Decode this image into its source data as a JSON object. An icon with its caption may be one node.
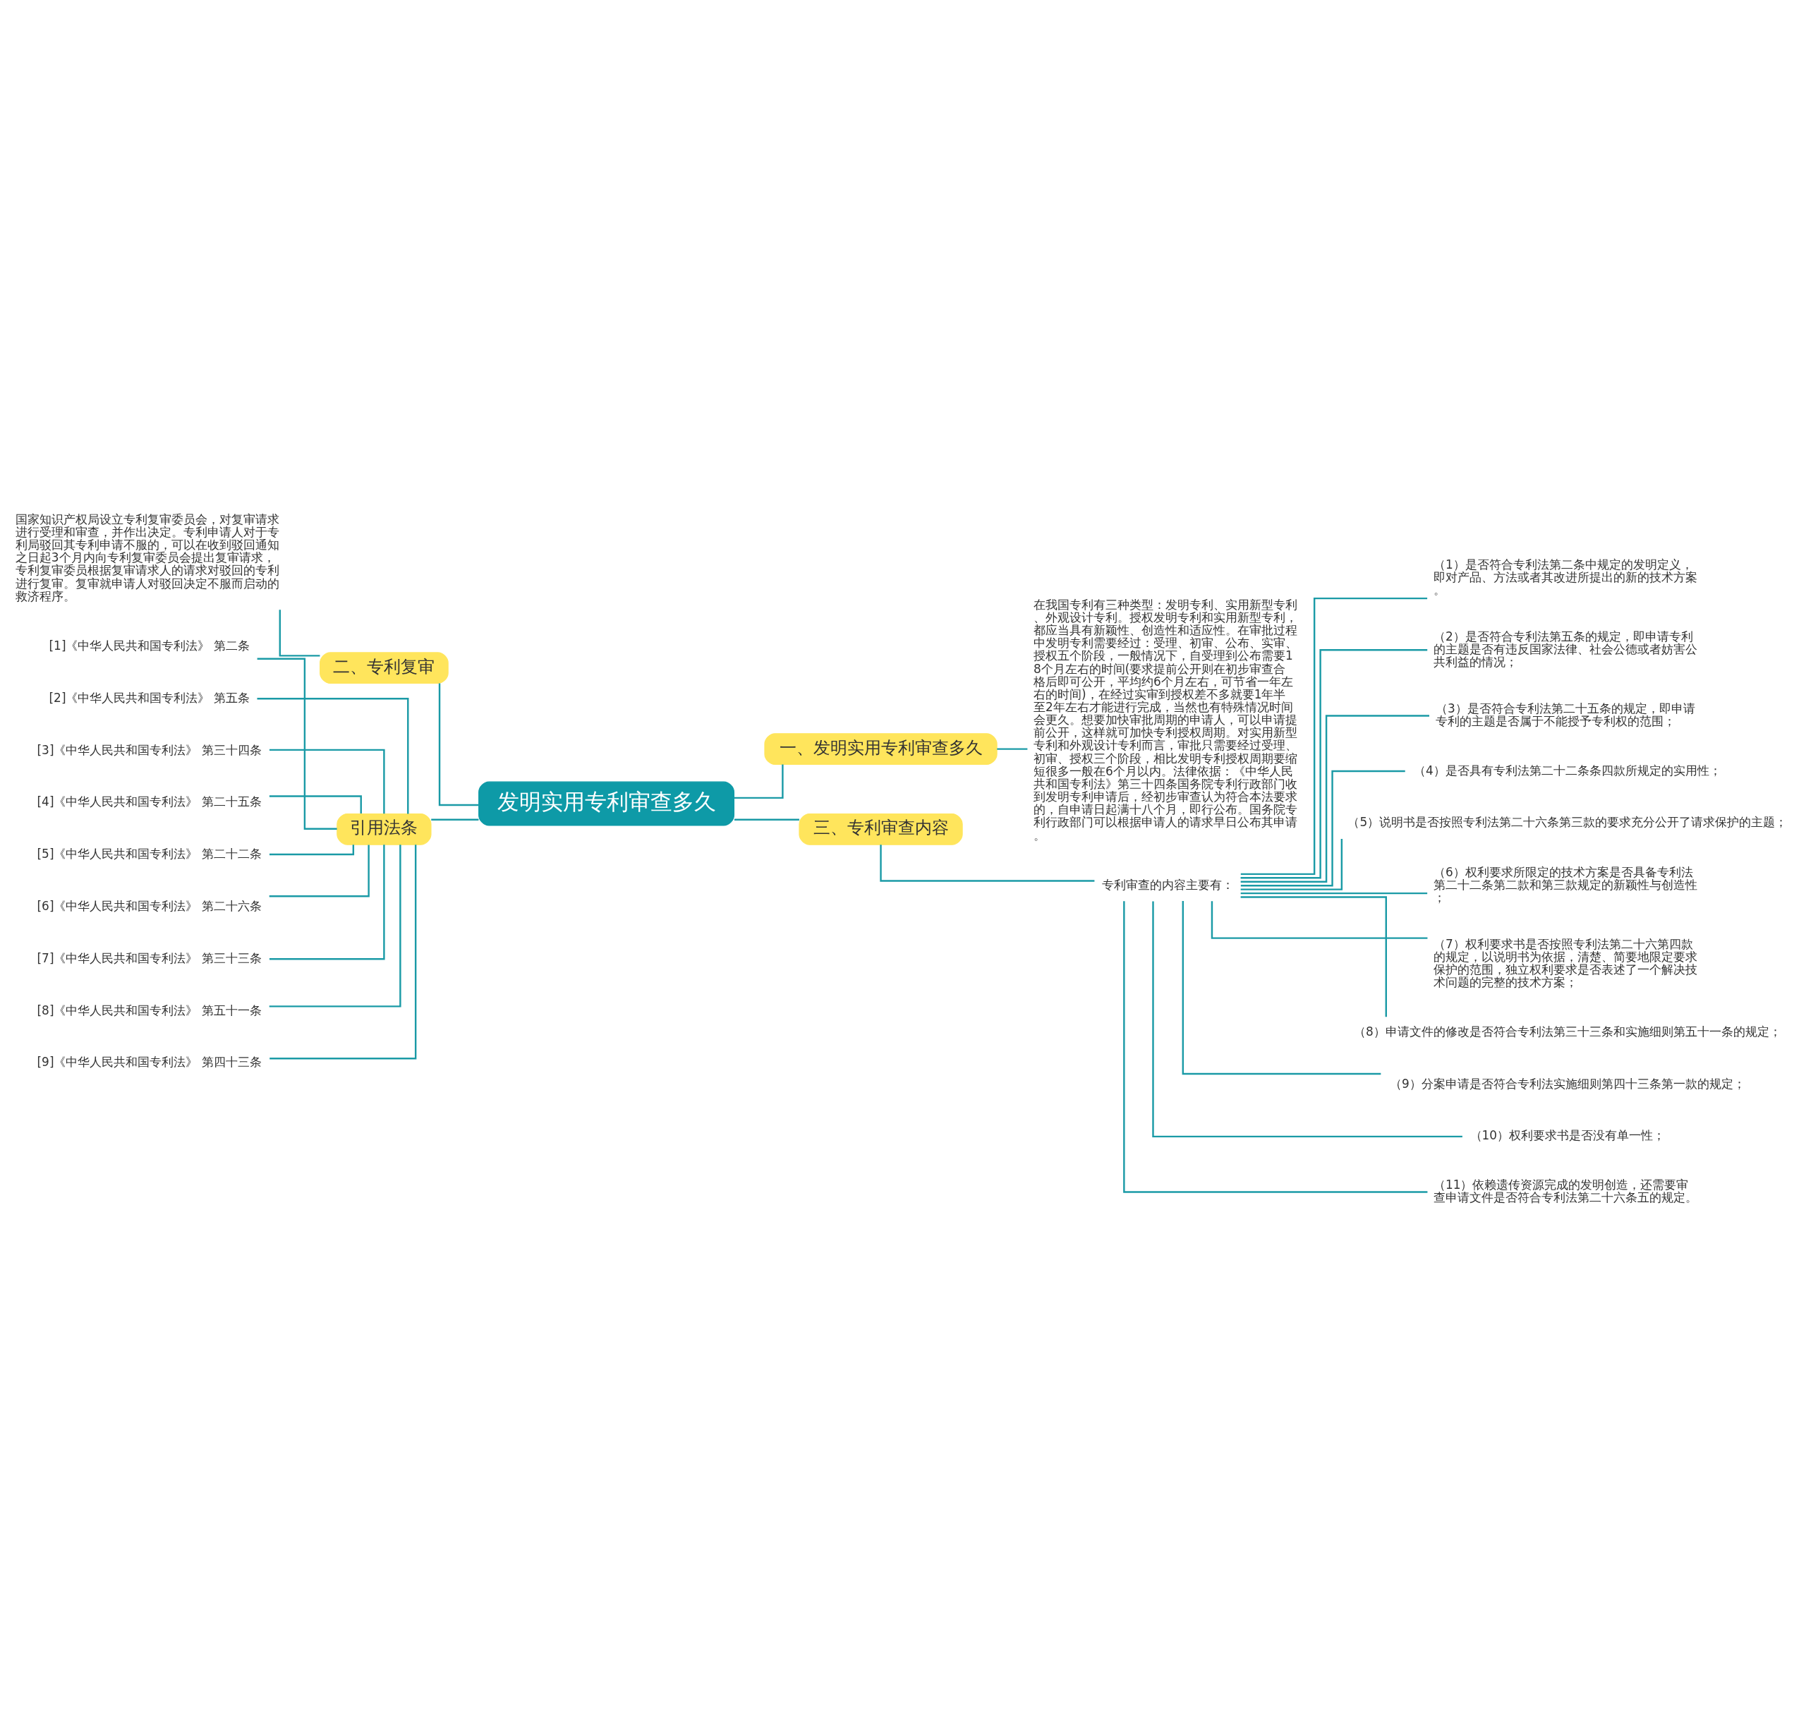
{
  "diagram": {
    "nodes": [
      {
        "text": [
          "发明实用专利审查多久"
        ]
      },
      {
        "text": [
          "一、发明实用专利审查多久"
        ]
      },
      {
        "text": [
          "在我国专利有三种类型：发明专利、实用新型专利、外观设计专利。授权发明专利和实用新型专利，都应当具有新颖性、创造性和适应性。在审批过程中发明专利需要经过：受理、初审、公布、实审、授权五个阶段，一般情况下，自受理到公布需要18个月左右的时间(要求提前公开则在初步审查合格后即可公开，平均约6个月左右，可节省一年左右的时间)，在经过实审到授权差不多就要1年半至2年左右才能进行完成，当然也有特殊情况时间会更久。想要加快审批周期的申请人，可以申请提前公开，这样就可加快专利授权周期。对实用新型专利和外观设计专利而言，审批只需要经过受理、初审、授权三个阶段，相比发明专利授权周期要缩短很多一般在6个月以内。法律依据：《中华人民共和国专利法》第三十四条国务院专利行政部门收到发明专利申请后，经初步审查认为符合本法要求的，自申请日起满十八个月，即行公布。国务院专利行政部门可以根据申请人的请求早日公布其申请。"
        ]
      },
      {
        "text": [
          "三、专利审查内容"
        ]
      },
      {
        "text": [
          "专利审查的内容主要有："
        ]
      },
      {
        "text": [
          "（1）是否符合专利法第二条中规定的发明定义，即对产品、方法或者其改进所提出的新的技术方案。"
        ]
      },
      {
        "text": [
          "（2）是否符合专利法第五条的规定，即申请专利的主题是否有违反国家法律、社会公德或者妨害公共利益的情况；"
        ]
      },
      {
        "text": [
          "（3）是否符合专利法第二十五条的规定，即申请专利的主题是否属于不能授予专利权的范围；"
        ]
      },
      {
        "text": [
          "（4）是否具有专利法第二十二条条四款所规定的实用性；"
        ]
      },
      {
        "text": [
          "（5）说明书是否按照专利法第二十六条第三款的要求充分公开了请求保护的主题；"
        ]
      },
      {
        "text": [
          "（6）权利要求所限定的技术方案是否具备专利法第二十二条第二款和第三款规定的新颖性与创造性；"
        ]
      },
      {
        "text": [
          "（7）权利要求书是否按照专利法第二十六第四款的规定，以说明书为依据，清楚、简要地限定要求保护的范围，独立权利要求是否表述了一个解决技术问题的完整的技术方案；"
        ]
      },
      {
        "text": [
          "（8）申请文件的修改是否符合专利法第三十三条和实施细则第五十一条的规定；"
        ]
      },
      {
        "text": [
          "（9）分案申请是否符合专利法实施细则第四十三条第一款的规定；"
        ]
      },
      {
        "text": [
          "（10）权利要求书是否没有单一性；"
        ]
      },
      {
        "text": [
          "（11）依赖遗传资源完成的发明创造，还需要审查申请文件是否符合专利法第二十六条五的规定。"
        ]
      },
      {
        "text": [
          "二、专利复审"
        ]
      },
      {
        "text": [
          "国家知识产权局设立专利复审委员会，对复审请求进行受理和审查，并作出决定。专利申请人对于专利局驳回其专利申请不服的，可以在收到驳回通知之日起3个月内向专利复审委员会提出复审请求，专利复审委员根据复审请求人的请求对驳回的专利进行复审。复审就申请人对驳回决定不服而启动的救济程序。"
        ]
      },
      {
        "text": [
          "引用法条"
        ]
      },
      {
        "text": [
          "[1]《中华人民共和国专利法》 第二条"
        ]
      },
      {
        "text": [
          "[2]《中华人民共和国专利法》 第五条"
        ]
      },
      {
        "text": [
          "[3]《中华人民共和国专利法》 第三十四条"
        ]
      },
      {
        "text": [
          "[4]《中华人民共和国专利法》 第二十五条"
        ]
      },
      {
        "text": [
          "[5]《中华人民共和国专利法》 第二十二条"
        ]
      },
      {
        "text": [
          "[6]《中华人民共和国专利法》 第二十六条"
        ]
      },
      {
        "text": [
          "[7]《中华人民共和国专利法》 第三十三条"
        ]
      },
      {
        "text": [
          "[8]《中华人民共和国专利法》 第五十一条"
        ]
      },
      {
        "text": [
          "[9]《中华人民共和国专利法》 第四十三条"
        ]
      }
    ],
    "edges": [
      {
        "from": 0,
        "to": 1,
        "arrow": "none"
      },
      {
        "from": 1,
        "to": 2,
        "arrow": "none"
      },
      {
        "from": 0,
        "to": 3,
        "arrow": "none"
      },
      {
        "from": 3,
        "to": 4,
        "arrow": "none"
      },
      {
        "from": 4,
        "to": 5,
        "arrow": "none"
      },
      {
        "from": 4,
        "to": 6,
        "arrow": "none"
      },
      {
        "from": 4,
        "to": 7,
        "arrow": "none"
      },
      {
        "from": 4,
        "to": 8,
        "arrow": "none"
      },
      {
        "from": 4,
        "to": 9,
        "arrow": "none"
      },
      {
        "from": 4,
        "to": 10,
        "arrow": "none"
      },
      {
        "from": 4,
        "to": 11,
        "arrow": "none"
      },
      {
        "from": 4,
        "to": 12,
        "arrow": "none"
      },
      {
        "from": 4,
        "to": 13,
        "arrow": "none"
      },
      {
        "from": 4,
        "to": 14,
        "arrow": "none"
      },
      {
        "from": 4,
        "to": 15,
        "arrow": "none"
      },
      {
        "from": 16,
        "to": 0,
        "arrow": "none"
      },
      {
        "from": 17,
        "to": 16,
        "arrow": "none"
      },
      {
        "from": 18,
        "to": 0,
        "arrow": "none"
      },
      {
        "from": 19,
        "to": 18,
        "arrow": "none"
      },
      {
        "from": 20,
        "to": 18,
        "arrow": "none"
      },
      {
        "from": 21,
        "to": 18,
        "arrow": "none"
      },
      {
        "from": 22,
        "to": 18,
        "arrow": "none"
      },
      {
        "from": 23,
        "to": 18,
        "arrow": "none"
      },
      {
        "from": 24,
        "to": 18,
        "arrow": "none"
      },
      {
        "from": 25,
        "to": 18,
        "arrow": "none"
      },
      {
        "from": 26,
        "to": 18,
        "arrow": "none"
      },
      {
        "from": 27,
        "to": 18,
        "arrow": "none"
      }
    ]
  }
}
